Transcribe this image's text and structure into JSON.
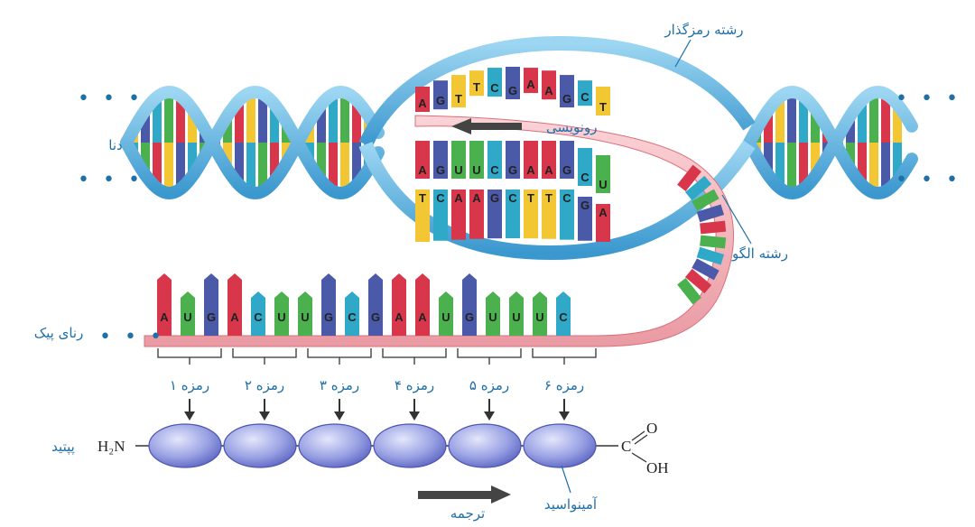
{
  "labels": {
    "dna": "دنا",
    "coding_strand": "رشته رمزگذار",
    "template_strand": "رشته الگو",
    "transcription": "رونویسی",
    "mrna": "رنای پیک",
    "peptide": "پپتید",
    "amino_acid": "آمینواسید",
    "translation": "ترجمه",
    "h2n": "H₂N",
    "cooh_c": "C",
    "cooh_o": "O",
    "cooh_oh": "OH",
    "ellipsis": "• • •"
  },
  "colors": {
    "A": "#d8364a",
    "U": "#4bb04e",
    "T": "#f3c734",
    "G": "#4a5aa8",
    "C": "#2fa9c7",
    "backbone": "#59b4e0",
    "mrna": "#f5b9bf",
    "protein": "#7b84d8"
  },
  "coding_bases": [
    "A",
    "G",
    "T",
    "T",
    "C",
    "G",
    "A",
    "A",
    "G",
    "C",
    "T"
  ],
  "mrna_in_bubble": [
    "A",
    "G",
    "U",
    "U",
    "C",
    "G",
    "A",
    "A",
    "G",
    "C",
    "U"
  ],
  "template_in_bubble": [
    "T",
    "C",
    "A",
    "A",
    "G",
    "C",
    "T",
    "T",
    "C",
    "G",
    "A"
  ],
  "mrna_bases": [
    "A",
    "U",
    "G",
    "A",
    "C",
    "U",
    "U",
    "G",
    "C",
    "G",
    "A",
    "A",
    "U",
    "G",
    "U",
    "U",
    "U",
    "C"
  ],
  "codons": [
    "رمزه ۱",
    "رمزه ۲",
    "رمزه ۳",
    "رمزه ۴",
    "رمزه ۵",
    "رمزه ۶"
  ],
  "amino_acid_count": 6
}
